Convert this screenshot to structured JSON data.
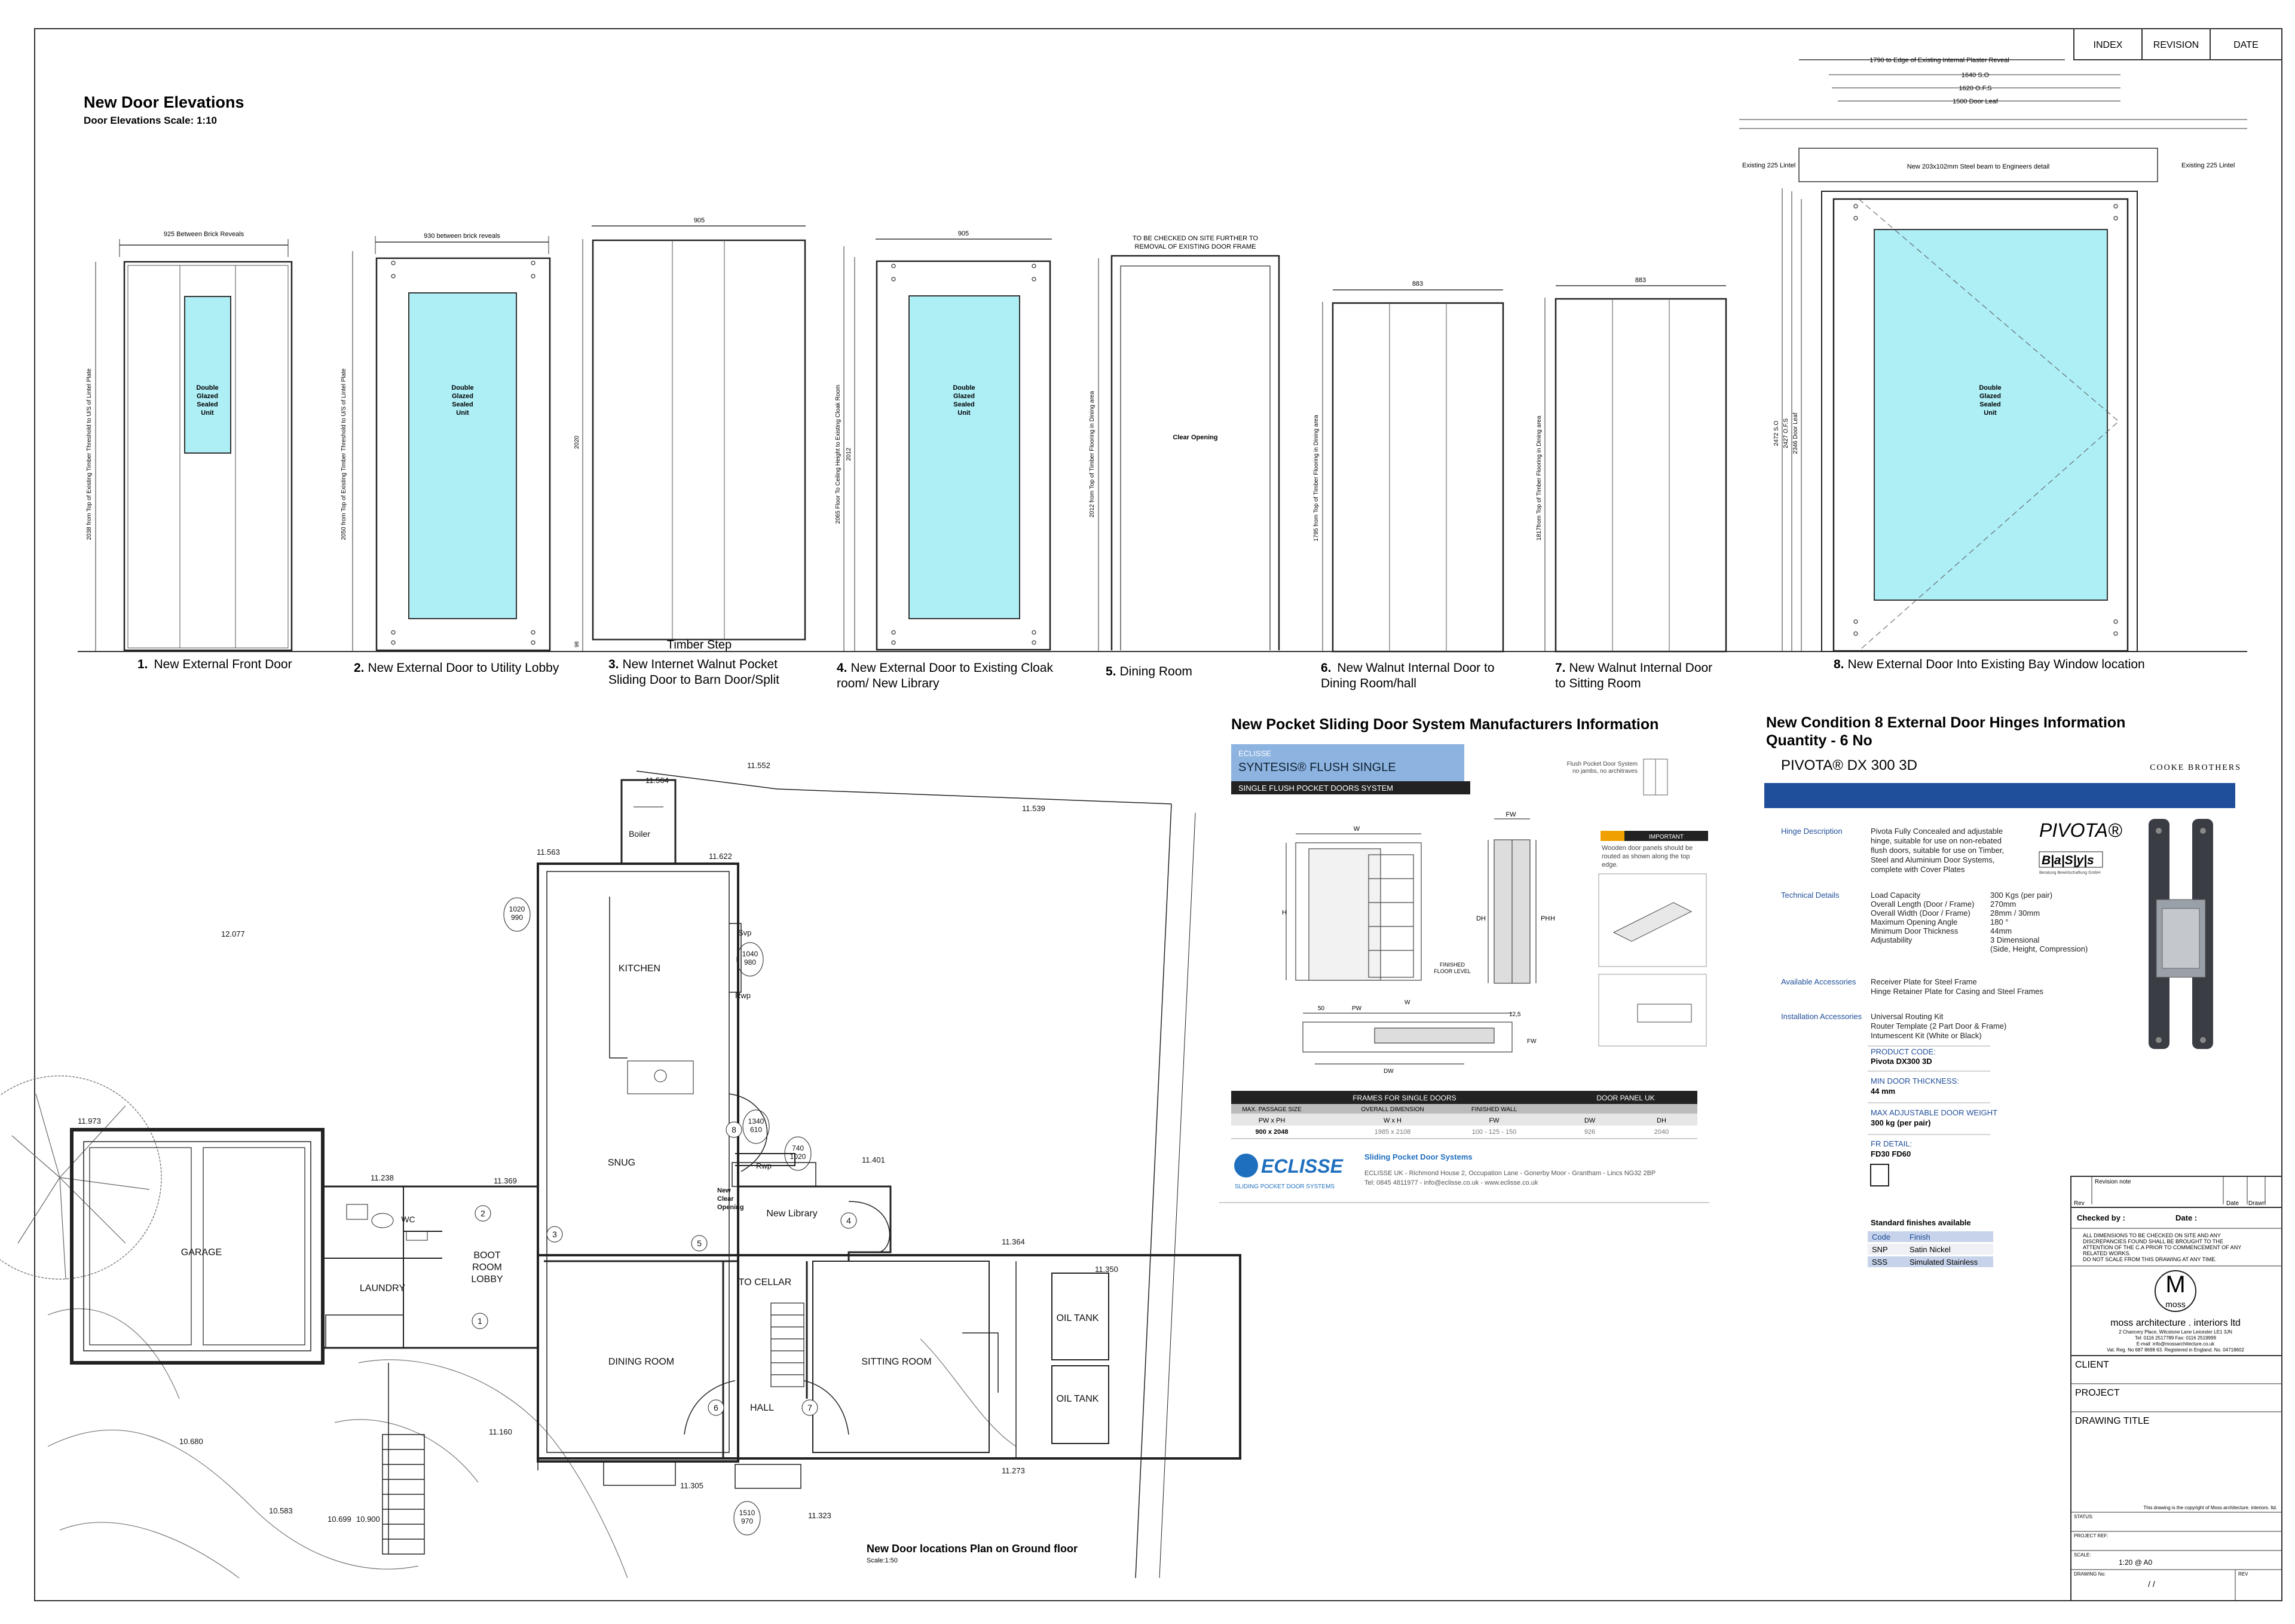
{
  "header": {
    "index": "INDEX",
    "revision": "REVISION",
    "date": "DATE"
  },
  "elevations": {
    "title": "New Door Elevations",
    "scale": "Door Elevations Scale: 1:10",
    "timber_step": "Timber Step",
    "glass_label": [
      "Double",
      "Glazed",
      "Sealed",
      "Unit"
    ],
    "clear_opening": "Clear Opening",
    "to_be_checked": [
      "TO BE CHECKED ON SITE FURTHER TO",
      "REMOVAL OF EXISTING DOOR FRAME"
    ],
    "doors": [
      {
        "num": "1.",
        "caption": [
          "New External Front Door"
        ],
        "width_dim": "925 Between Brick Reveals",
        "height_dim": "2038 from Top of Existing Timber Threshold to U/S of Lintel Plate"
      },
      {
        "num": "2.",
        "caption": [
          "New External Door to Utility Lobby"
        ],
        "width_dim": "930 between brick reveals",
        "height_dim": "2050 from Top of Existing Timber Threshold to U/S of Lintel Plate"
      },
      {
        "num": "3.",
        "caption": [
          "New Internet Walnut Pocket",
          "Sliding Door to Barn Door/Split"
        ],
        "width_dim": "905",
        "height_dim": "2020",
        "step_dim": "98"
      },
      {
        "num": "4.",
        "caption": [
          "New External Door to Existing Cloak",
          "room/ New Library"
        ],
        "width_dim": "905",
        "height_dim": "2065 Floor To Ceiling Height to Existing Cloak Room",
        "height_dim2": "2012"
      },
      {
        "num": "5.",
        "caption": [
          "Dining Room"
        ],
        "height_dim": "2012 from Top of Timber Flooring in Dining area"
      },
      {
        "num": "6.",
        "caption": [
          "New Walnut Internal Door to",
          "Dining Room/hall"
        ],
        "width_dim": "883",
        "height_dim": "1795 from Top of Timber Flooring in Dining area"
      },
      {
        "num": "7.",
        "caption": [
          "New Walnut Internal Door",
          "to Sitting Room"
        ],
        "width_dim": "883",
        "height_dim": "1817from Top of Timber Flooring in Dining area"
      },
      {
        "num": "8.",
        "caption": [
          "New External Door Into Existing Bay Window location"
        ],
        "height_dims": [
          "2472 S.O",
          "2427 O.F.S",
          "2346 Door Leaf"
        ]
      }
    ],
    "door8_top_dims": [
      "1790 to Edge of Existing Internal Plaster Reveal",
      "1640 S.O",
      "1620 O.F.S",
      "1500 Door Leaf"
    ],
    "door8_beam": "New 203x102mm Steel beam to Engineers detail",
    "existing_lintel": "Existing 225 Lintel"
  },
  "plan": {
    "title": "New Door locations Plan on Ground floor",
    "scale": "Scale:1:50",
    "rooms": [
      "KITCHEN",
      "SNUG",
      "GARAGE",
      "BOOT",
      "ROOM",
      "LOBBY",
      "LAUNDRY",
      "WC",
      "DINING ROOM",
      "HALL",
      "SITTING ROOM",
      "TO CELLAR",
      "New Library",
      "OIL TANK",
      "OIL TANK",
      "Boiler"
    ],
    "levels": [
      "11.564",
      "11.552",
      "11.539",
      "11.563",
      "11.622",
      "12.077",
      "11.973",
      "11.238",
      "11.369",
      "11.401",
      "11.364",
      "11.350",
      "10.680",
      "10.583",
      "10.699",
      "10.900",
      "11.160",
      "11.305",
      "11.323",
      "11.273"
    ],
    "tags": [
      "1020\n990",
      "1040\n980",
      "1340\n610",
      "740\n1020",
      "1510\n970"
    ],
    "notes": [
      "Svp",
      "Rwp",
      "Rwp",
      "New",
      "Clear",
      "Opening"
    ],
    "door_markers": [
      "1",
      "2",
      "3",
      "4",
      "5",
      "6",
      "7",
      "8"
    ]
  },
  "pocket": {
    "heading": "New Pocket Sliding Door System Manufacturers Information",
    "brand_small": "ECLISSE",
    "product": "SYNTESIS® FLUSH SINGLE",
    "bar": "SINGLE FLUSH POCKET DOORS SYSTEM",
    "flush_note": [
      "Flush Pocket Door System",
      "no jambs, no architraves"
    ],
    "important": "IMPORTANT",
    "important_text": [
      "Wooden door panels should be",
      "routed as shown along the top",
      "edge."
    ],
    "finished_floor": [
      "FINISHED",
      "FLOOR LEVEL"
    ],
    "dim_labels": [
      "W",
      "FW",
      "H",
      "DH",
      "PH",
      "H",
      "PW",
      "W",
      "50",
      "12,5",
      "FW",
      "DW"
    ],
    "table": {
      "groups": [
        "FRAMES FOR SINGLE DOORS",
        "DOOR PANEL UK"
      ],
      "cols": [
        "MAX. PASSAGE SIZE",
        "OVERALL DIMENSION",
        "FINISHED WALL",
        "",
        ""
      ],
      "sub": [
        "PW x PH",
        "W x H",
        "FW",
        "DW",
        "DH"
      ],
      "row": [
        "900 x 2048",
        "1985 x 2108",
        "100 - 125 - 150",
        "926",
        "2040"
      ]
    },
    "logo": "ECLISSE",
    "logo_sub": "SLIDING POCKET DOOR SYSTEMS",
    "footer_title": "Sliding Pocket Door Systems",
    "footer_lines": [
      "ECLISSE UK - Richmond House 2, Occupation Lane - Gonerby Moor - Grantham - Lincs NG32 2BP",
      "Tel: 0845 4811977 - info@eclisse.co.uk - www.eclisse.co.uk"
    ]
  },
  "hinge": {
    "heading1": "New Condition 8 External Door Hinges Information",
    "heading2": "Quantity - 6 No",
    "product": "PIVOTA® DX 300 3D",
    "brand": "COOKE BROTHERS",
    "pivota_logo": "PIVOTA®",
    "basys_logo": "B|a|S|y|s",
    "basys_sub": "Beratung Bewirtschaftung GmbH",
    "sections": [
      {
        "label": "Hinge Description",
        "lines": [
          "Pivota Fully Concealed and adjustable",
          "hinge, suitable for use on non-rebated",
          "flush doors, suitable for use on Timber,",
          "Steel and Aluminium Door Systems,",
          "complete with Cover Plates"
        ]
      },
      {
        "label": "Technical Details",
        "lines": [
          "Load Capacity",
          "Overall Length (Door / Frame)",
          "Overall Width (Door / Frame)",
          "Maximum Opening Angle",
          "Minimum Door Thickness",
          "Adjustability"
        ],
        "values": [
          "300 Kgs (per pair)",
          "270mm",
          "28mm / 30mm",
          "180 °",
          "44mm",
          "3 Dimensional",
          "(Side, Height, Compression)"
        ]
      },
      {
        "label": "Available Accessories",
        "lines": [
          "Receiver Plate for Steel Frame",
          "Hinge Retainer Plate for Casing and Steel Frames"
        ]
      },
      {
        "label": "Installation Accessories",
        "lines": [
          "Universal Routing Kit",
          "Router Template  (2 Part Door & Frame)",
          "Intumescent Kit (White or Black)"
        ]
      }
    ],
    "boxes": [
      {
        "label": "PRODUCT CODE:",
        "value": "Pivota DX300 3D"
      },
      {
        "label": "MIN DOOR THICKNESS:",
        "value": "44 mm"
      },
      {
        "label": "MAX ADJUSTABLE DOOR WEIGHT",
        "value": "300 kg (per pair)"
      },
      {
        "label": "FR DETAIL:",
        "value": "FD30 FD60"
      }
    ],
    "finishes_title": "Standard finishes available",
    "finishes_head": [
      "Code",
      "Finish"
    ],
    "finishes": [
      [
        "SNP",
        "Satin Nickel"
      ],
      [
        "SSS",
        "Simulated Stainless"
      ]
    ]
  },
  "titleblock": {
    "revision_note": "Revision note",
    "rev": "Rev",
    "date": "Date",
    "drawn": "Drawn",
    "checked": "Checked by :",
    "date2": "Date :",
    "disclaimer": [
      "ALL DIMENSIONS TO BE CHECKED ON SITE AND ANY",
      "DISCREPANCIES FOUND SHALL BE BROUGHT TO THE",
      "ATTENTION OF THE C.A PRIOR TO COMMENCEMENT OF ANY",
      "RELATED WORKS.",
      "DO NOT SCALE FROM THIS DRAWING AT ANY TIME."
    ],
    "logo_letter": "M",
    "logo_word": "moss",
    "firm": "moss architecture . interiors ltd",
    "address": [
      "2 Chancery Place, Wilcstone Lane Leicester LE1 3JN",
      "Tel: 0116 2517789  Fax: 0116 2519999",
      "E-mail: info@mossarchitecture.co.uk",
      "Vat. Reg. No 687 8698 63. Registered in England. No. 04718602"
    ],
    "client": "CLIENT",
    "project": "PROJECT",
    "drawing_title": "DRAWING TITLE",
    "copyright": "This drawing is the copyright of Moss architecture. interiors. ltd.",
    "status": "STATUS:",
    "project_ref": "PROJECT REF:",
    "scale_label": "SCALE:",
    "scale_value": "1:20 @ A0",
    "drawing_no": "DRAWING No:",
    "rev2": "REV",
    "slashes": "/    /"
  }
}
